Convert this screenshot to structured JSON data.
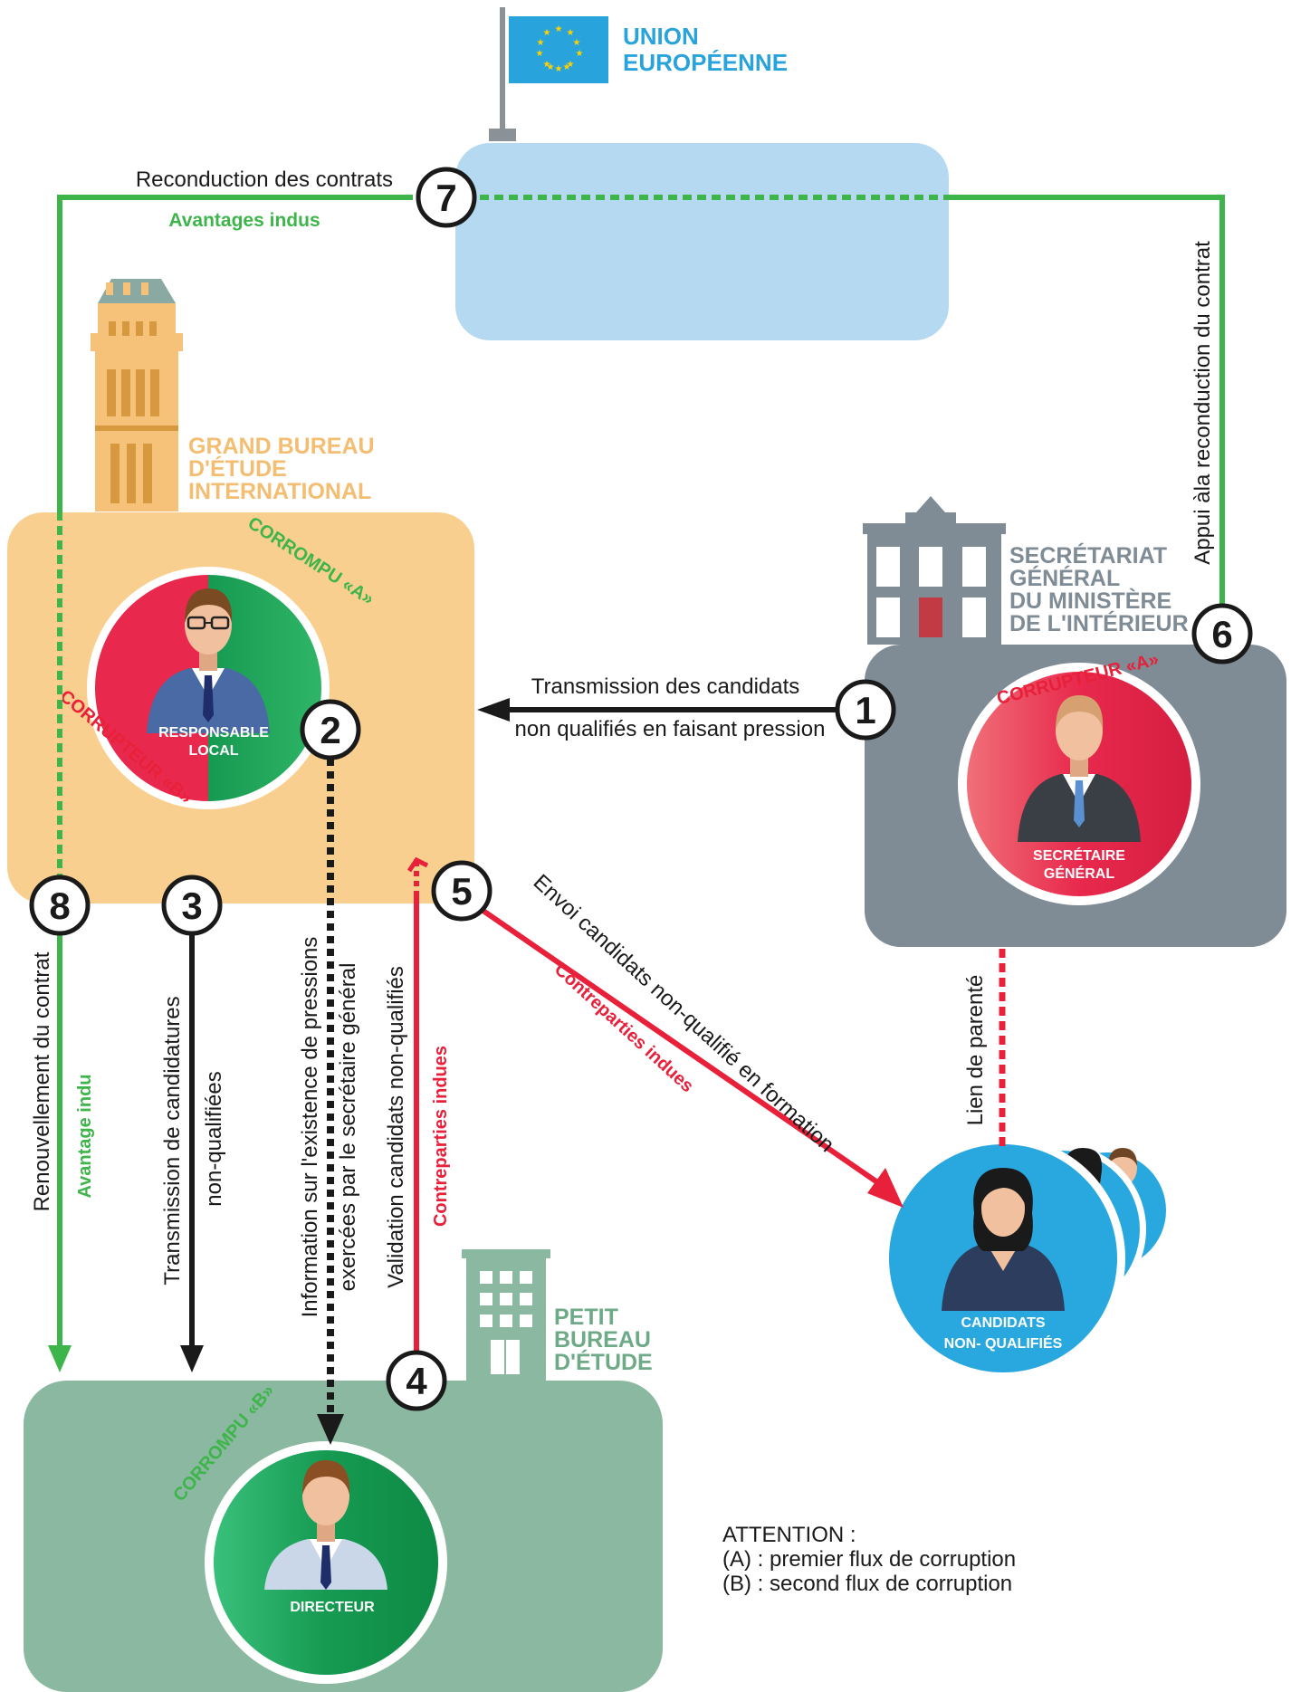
{
  "flag": {
    "label_line1": "UNION",
    "label_line2": "EUROPÉENNE"
  },
  "entities": {
    "grand_bureau": {
      "line1": "GRAND BUREAU",
      "line2": "D'ÉTUDE",
      "line3": "INTERNATIONAL"
    },
    "secretariat": {
      "line1": "SECRÉTARIAT",
      "line2": "GÉNÉRAL",
      "line3": "DU MINISTÈRE",
      "line4": "DE L'INTÉRIEUR"
    },
    "petit_bureau": {
      "line1": "PETIT",
      "line2": "BUREAU",
      "line3": "D'ÉTUDE"
    }
  },
  "persons": {
    "responsable": {
      "line1": "RESPONSABLE",
      "line2": "LOCAL",
      "role_top": "CORROMPU «A»",
      "role_bottom": "CORRUPTEUR «B»"
    },
    "secretaire": {
      "line1": "SECRÉTAIRE",
      "line2": "GÉNÉRAL",
      "role": "CORRUPTEUR «A»"
    },
    "directeur": {
      "line1": "DIRECTEUR",
      "role": "CORROMPU «B»"
    },
    "candidats": {
      "line1": "CANDIDATS",
      "line2": "NON- QUALIFIÉS"
    }
  },
  "steps": {
    "s1": {
      "num": "1",
      "line1": "Transmission des candidats",
      "line2": "non qualifiés en faisant pression"
    },
    "s2": {
      "num": "2",
      "line1": "Information sur l'existence de pressions",
      "line2": "exercées par le secrétaire général"
    },
    "s3": {
      "num": "3",
      "line1": "Transmission de candidatures",
      "line2": "non-qualifiées"
    },
    "s4": {
      "num": "4",
      "line1": "Validation candidats non-qualifiés",
      "sub": "Contreparties indues"
    },
    "s5": {
      "num": "5",
      "line1": "Envoi candidats non-qualifié en formation",
      "sub": "Contreparties indues"
    },
    "s6": {
      "num": "6",
      "line1": "Appui àla reconduction du contrat"
    },
    "s7": {
      "num": "7",
      "line1": "Reconduction des contrats",
      "sub": "Avantages indus"
    },
    "s8": {
      "num": "8",
      "line1": "Renouvellement du contrat",
      "sub": "Avantage indu"
    },
    "parente": {
      "line1": "Lien de parenté"
    }
  },
  "note": {
    "line1": "ATTENTION :",
    "line2": "(A) : premier flux de corruption",
    "line3": "(B) : second flux de corruption"
  },
  "colors": {
    "green": "#3db54a",
    "red": "#e8203a",
    "black": "#1a1a1a",
    "eu_blue": "#29a3dc",
    "light_blue": "#b5d9f0",
    "orange_bg": "#f8cf8e",
    "orange_text": "#f3bd72",
    "grey_bg": "#7f8b95",
    "teal_bg": "#8bb8a0",
    "teal_text": "#6eaa87",
    "cand_blue": "#29a8e0"
  },
  "icons": [
    "eu-flag-icon",
    "tower-building-icon",
    "ministry-building-icon",
    "office-building-icon",
    "man-glasses-avatar-icon",
    "man-avatar-icon",
    "woman-avatar-icon"
  ]
}
